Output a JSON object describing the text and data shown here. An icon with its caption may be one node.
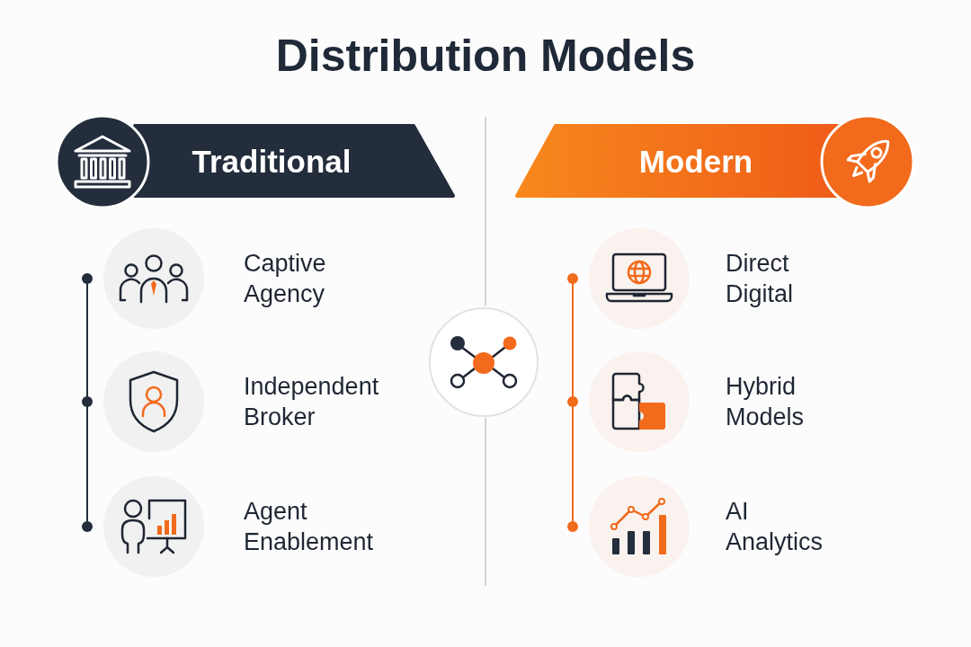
{
  "diagram": {
    "title": "Distribution Models",
    "nodes": [
      {
        "text": [
          "Traditional"
        ]
      },
      {
        "text": [],
        "shape": "circle",
        "beside": [
          "Captive Agency"
        ]
      },
      {
        "text": [],
        "shape": "circle",
        "beside": [
          "Independent Broker"
        ]
      },
      {
        "text": [],
        "shape": "circle",
        "beside": [
          "Agent Enablement"
        ]
      },
      {
        "text": [],
        "shape": "circle"
      },
      {
        "text": [
          "Modern"
        ]
      },
      {
        "text": [],
        "shape": "circle",
        "beside": [
          "Direct Digital"
        ]
      },
      {
        "text": [],
        "shape": "circle",
        "beside": [
          "Hybrid Models"
        ]
      },
      {
        "text": [],
        "shape": "circle",
        "beside": [
          "AI Analytics"
        ]
      }
    ]
  }
}
